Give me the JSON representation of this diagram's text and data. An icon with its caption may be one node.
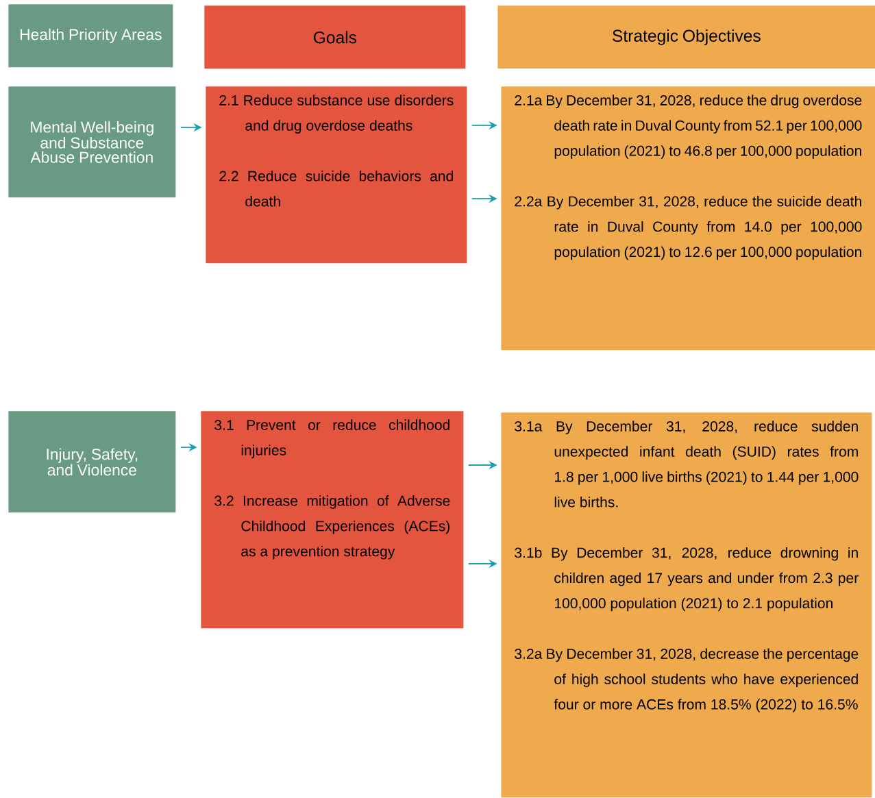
{
  "diagram": {
    "nodes": [
      {
        "text": [
          "Health Priority Areas"
        ]
      },
      {
        "text": [
          "Goals"
        ]
      },
      {
        "text": [
          "Strategic Objectives"
        ]
      },
      {
        "text": [
          "Mental Well-being and Substance Abuse Prevention"
        ]
      },
      {
        "text": [
          "2.1 Reduce substance use disorders and drug overdose deaths",
          "2.2 Reduce suicide behaviors and death"
        ]
      },
      {
        "text": [
          "2.1a By December 31, 2028, reduce the drug overdose death rate in Duval County from 52.1 per 100,000 population (2021) to 46.8 per 100,000 population",
          "2.2a By December 31, 2028, reduce the suicide death rate in Duval County from 14.0 per 100,000 population (2021) to 12.6 per 100,000 population"
        ]
      },
      {
        "text": [
          "Injury, Safety, and Violence"
        ]
      },
      {
        "text": [
          "3.1 Prevent or reduce childhood injuries",
          "3.2 Increase mitigation of Adverse Childhood Experiences (ACEs) as a prevention strategy"
        ]
      },
      {
        "text": [
          "3.1a By December 31, 2028, reduce sudden unexpected infant death (SUID) rates from 1.8 per 1,000 live births (2021) to 1.44 per 1,000 live births.",
          "3.1b By December 31, 2028, reduce drowning in children aged 17 years and under from 2.3 per 100,000 population (2021) to 2.1 population",
          "3.2a By December 31, 2028, decrease the percentage of high school students who have experienced four or more ACEs from 18.5% (2022) to 16.5%"
        ]
      }
    ],
    "edges": [
      {
        "from": 3,
        "to": 4,
        "arrow": "to"
      },
      {
        "from": 4,
        "to": 5,
        "arrow": "to"
      },
      {
        "from": 4,
        "to": 5,
        "arrow": "to"
      },
      {
        "from": 6,
        "to": 7,
        "arrow": "to"
      },
      {
        "from": 7,
        "to": 8,
        "arrow": "to"
      },
      {
        "from": 7,
        "to": 8,
        "arrow": "to"
      }
    ]
  }
}
